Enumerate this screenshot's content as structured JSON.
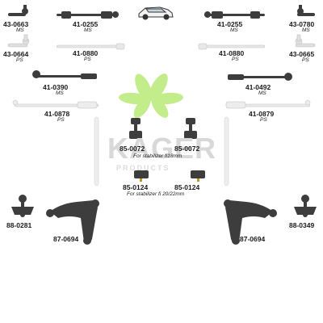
{
  "brand": {
    "logo_text": "KAGER",
    "tagline": "PRODUCTS",
    "colors": {
      "leaf": "#9be23e",
      "watermark": "#d8d8d8",
      "part": "#3a3a3a"
    }
  },
  "icons": [
    "car-icon",
    "tie-rod-end-icon",
    "tie-rod-icon",
    "inner-tie-rod-icon",
    "steering-rack-bellows-icon",
    "stabilizer-link-icon",
    "ball-joint-icon",
    "control-arm-icon"
  ],
  "parts": {
    "p1": {
      "number": "43-0663",
      "variant": "MS"
    },
    "p2": {
      "number": "41-0255",
      "variant": "MS"
    },
    "p3": {
      "number": "41-0255",
      "variant": "MS"
    },
    "p4": {
      "number": "43-0780",
      "variant": "MS"
    },
    "p5": {
      "number": "43-0664",
      "variant": "PS"
    },
    "p6": {
      "number": "41-0880",
      "variant": "PS"
    },
    "p7": {
      "number": "41-0880",
      "variant": "PS"
    },
    "p8": {
      "number": "43-0665",
      "variant": "PS"
    },
    "p9": {
      "number": "41-0390",
      "variant": "MS"
    },
    "p10": {
      "number": "41-0492",
      "variant": "MS"
    },
    "p11": {
      "number": "41-0878",
      "variant": "PS"
    },
    "p12": {
      "number": "41-0879",
      "variant": "PS"
    },
    "p13": {
      "number": "85-0072"
    },
    "p14": {
      "number": "85-0072"
    },
    "p15": {
      "number": "85-0124"
    },
    "p16": {
      "number": "85-0124"
    },
    "p17": {
      "number": "88-0281"
    },
    "p18": {
      "number": "88-0349"
    },
    "p19": {
      "number": "87-0694"
    },
    "p20": {
      "number": "87-0694"
    }
  },
  "notes": {
    "stabilizer_18": "For stabilizer fi18mm",
    "stabilizer_2022": "For stabilizer fi 20/22mm"
  }
}
